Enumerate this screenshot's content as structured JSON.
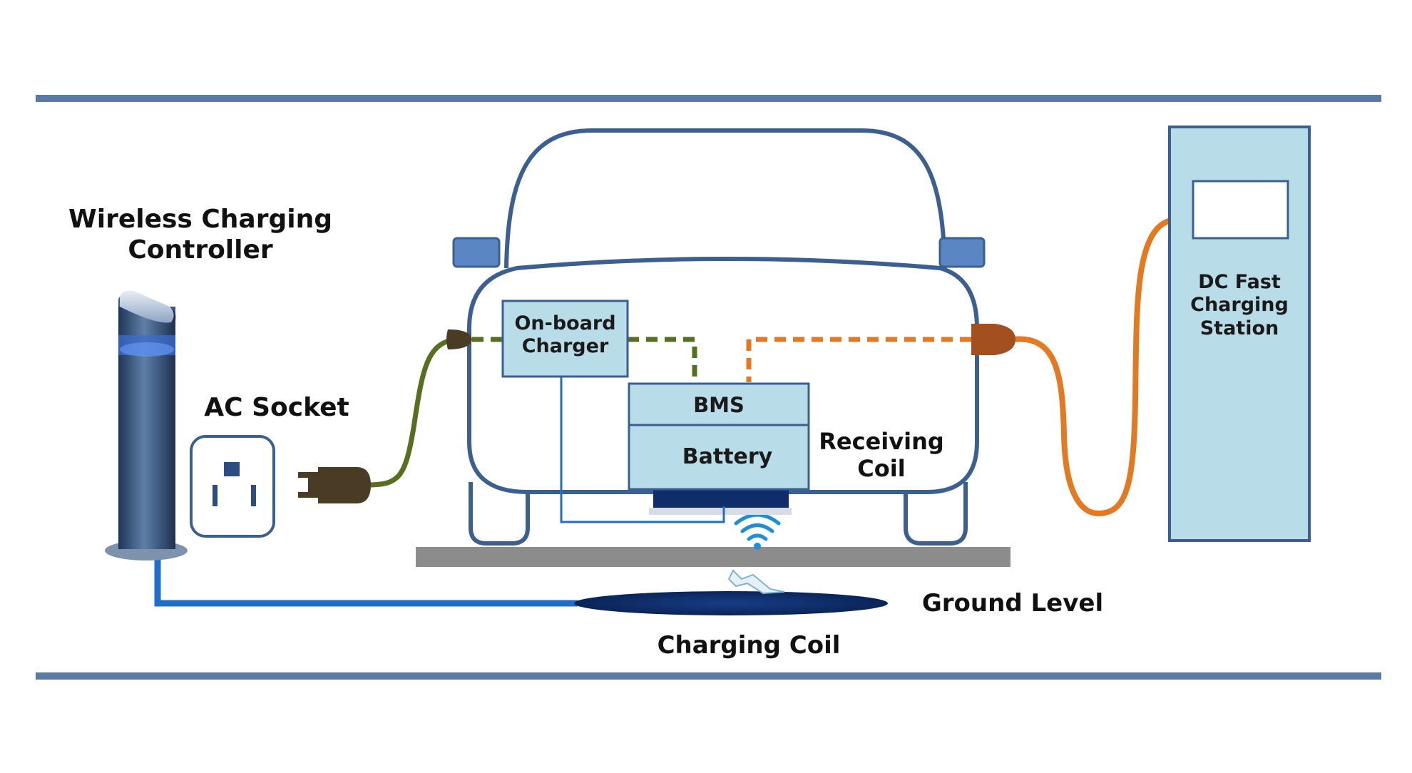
{
  "labels": {
    "wireless_controller_line1": "Wireless Charging",
    "wireless_controller_line2": "Controller",
    "ac_socket": "AC Socket",
    "on_board_line1": "On-board",
    "on_board_line2": "Charger",
    "bms": "BMS",
    "battery": "Battery",
    "receiving_line1": "Receiving",
    "receiving_line2": "Coil",
    "ground_level": "Ground Level",
    "charging_coil": "Charging Coil",
    "dc_line1": "DC Fast",
    "dc_line2": "Charging",
    "dc_line3": "Station"
  },
  "colors": {
    "frame": "#5a7aa6",
    "car_outline": "#3c5f92",
    "box_fill": "#b9dde8",
    "box_stroke": "#3c5f92",
    "ac_cable": "#56701f",
    "dc_cable": "#e37a22",
    "control_line": "#1f6fc9",
    "ground": "#8c8c8c",
    "coil": "#0f2d6b"
  }
}
